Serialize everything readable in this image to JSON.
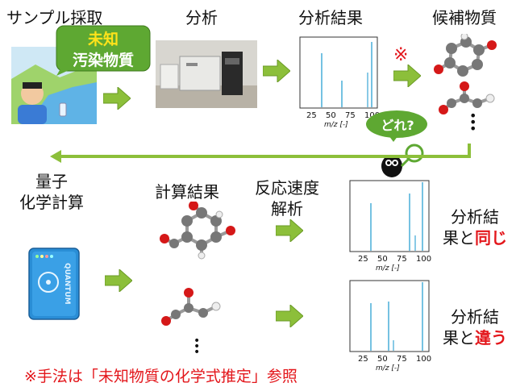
{
  "steps": {
    "sampling": "サンプル採取",
    "analysis": "分析",
    "analysis_result": "分析結果",
    "candidates": "候補物質",
    "quantum_chem_line1": "量子",
    "quantum_chem_line2": "化学計算",
    "calc_result": "計算結果",
    "reaction_rate_line1": "反応速度",
    "reaction_rate_line2": "解析"
  },
  "bubble": {
    "line1": "未知",
    "line2": "汚染物質"
  },
  "question": "どれ?",
  "note_mark": "※",
  "device_label": "QUANTUM",
  "outcomes": {
    "same": {
      "line1": "分析結",
      "line2_prefix": "果と",
      "line2_highlight": "同じ"
    },
    "diff": {
      "line1": "分析結",
      "line2_prefix": "果と",
      "line2_highlight": "違う"
    }
  },
  "footnote": "※手法は「未知物質の化学式推定」参照",
  "spectrum_axis": {
    "ticks": [
      "25",
      "50",
      "75",
      "100"
    ],
    "xlabel": "m/z [-]"
  },
  "colors": {
    "accent_red": "#e3161b",
    "arrow_green": "#8cbf3a",
    "spectrum_line": "#3aa7d6",
    "bubble_green": "#5ea832"
  }
}
